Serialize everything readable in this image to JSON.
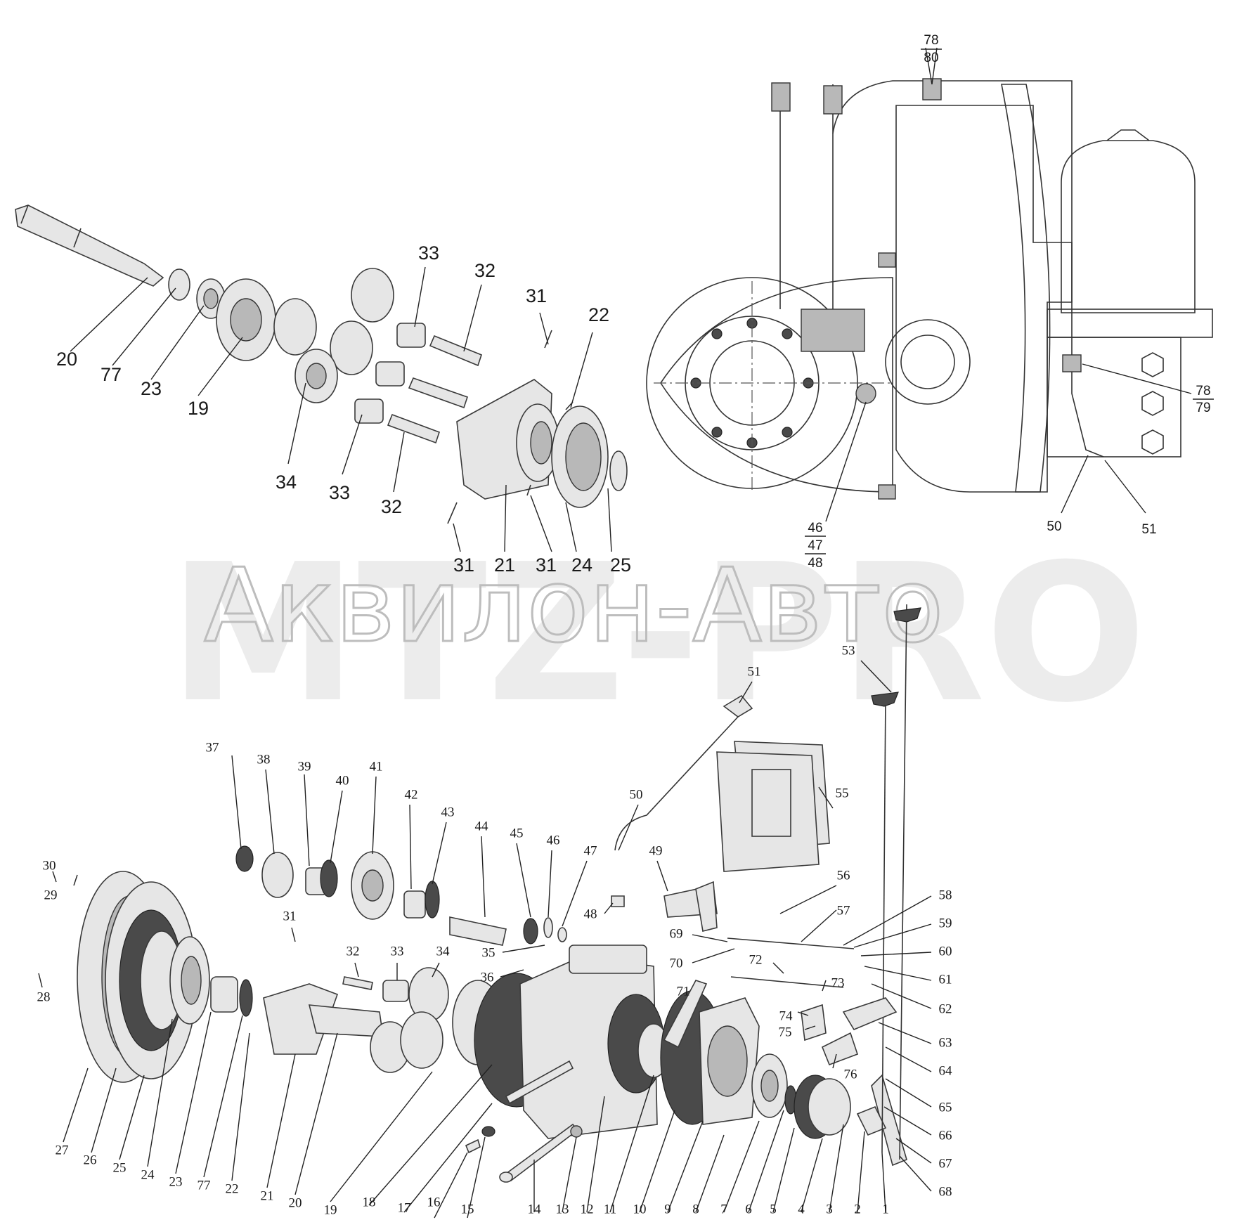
{
  "watermark": {
    "primary": "MTZ-PRO",
    "secondary": "Аквилон-Авто"
  },
  "top_left_labels": [
    "20",
    "77",
    "23",
    "19",
    "34",
    "33",
    "32",
    "33",
    "32",
    "31",
    "22",
    "31",
    "21",
    "31",
    "24",
    "25"
  ],
  "top_right_labels": {
    "fraction_top": [
      "78",
      "80"
    ],
    "fraction_right": [
      "78",
      "79"
    ],
    "fraction_bottom": [
      "46",
      "47",
      "48"
    ],
    "other": [
      "50",
      "51"
    ]
  },
  "bottom_labels": [
    "37",
    "38",
    "39",
    "40",
    "41",
    "42",
    "43",
    "44",
    "45",
    "46",
    "47",
    "48",
    "49",
    "50",
    "51",
    "53",
    "55",
    "56",
    "57",
    "58",
    "59",
    "60",
    "61",
    "62",
    "63",
    "64",
    "65",
    "66",
    "67",
    "68",
    "69",
    "70",
    "71",
    "72",
    "73",
    "74",
    "75",
    "76",
    "30",
    "29",
    "28",
    "31",
    "32",
    "33",
    "34",
    "35",
    "36",
    "27",
    "26",
    "25",
    "24",
    "23",
    "77",
    "22",
    "21",
    "20",
    "19",
    "18",
    "17",
    "16",
    "15",
    "14",
    "13",
    "12",
    "11",
    "10",
    "9",
    "8",
    "7",
    "6",
    "5",
    "4",
    "3",
    "2",
    "1"
  ]
}
